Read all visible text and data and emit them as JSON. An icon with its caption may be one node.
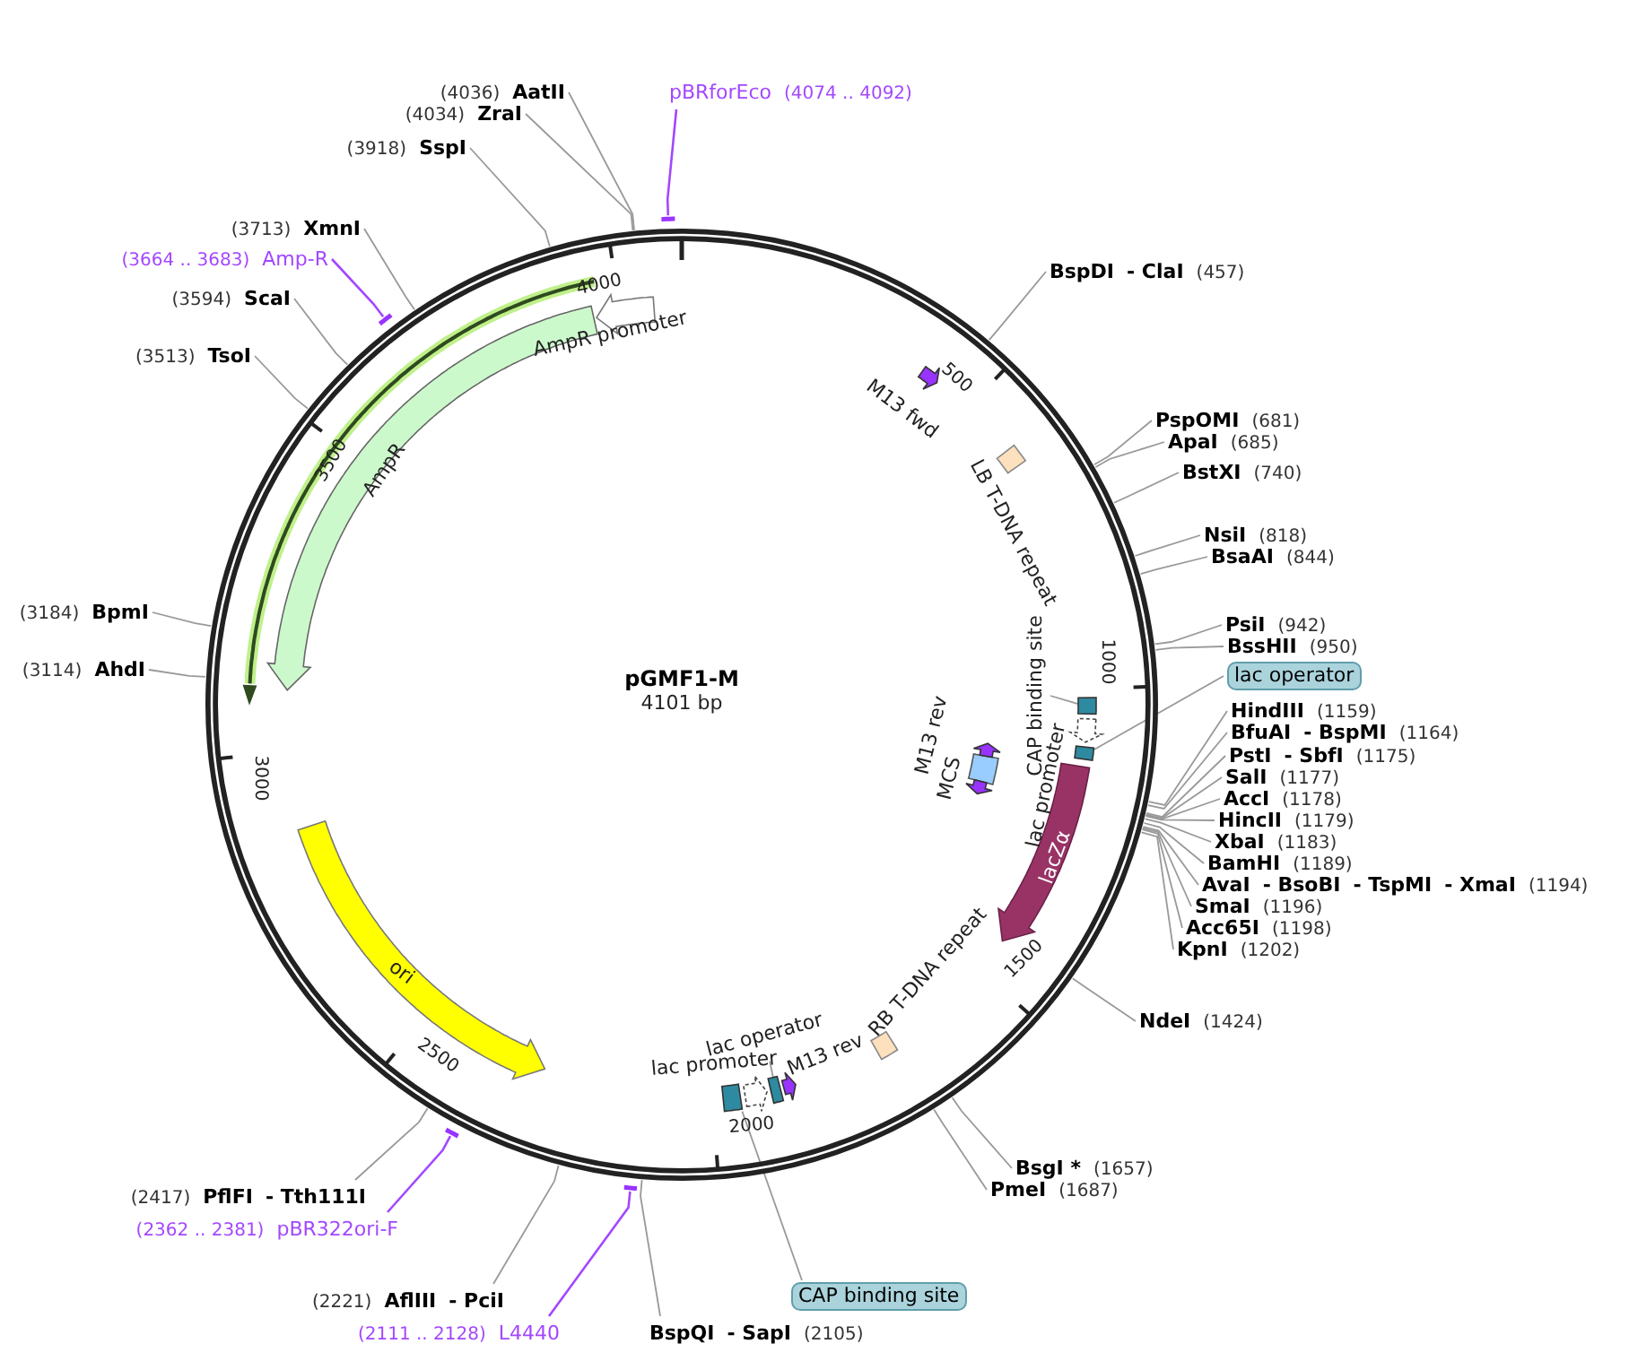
{
  "diagram": {
    "nodes": [
      {
        "text": [
          "pGMF1-M",
          "4101 bp"
        ]
      },
      {
        "text": [
          "AmpR promoter"
        ],
        "in": 0
      },
      {
        "text": [
          "AmpR"
        ],
        "in": 0
      },
      {
        "text": [
          "M13 fwd"
        ],
        "in": 0
      },
      {
        "text": [
          "LB T-DNA repeat"
        ],
        "in": 0
      },
      {
        "text": [
          "CAP binding site"
        ],
        "in": 0
      },
      {
        "text": [],
        "shape": "box",
        "in": 0
      },
      {
        "text": [
          "lac promoter"
        ],
        "in": 0
      },
      {
        "text": [],
        "shape": "box",
        "in": 0
      },
      {
        "text": [
          "M13 rev"
        ],
        "in": 0
      },
      {
        "text": [
          "MCS"
        ],
        "in": 0
      },
      {
        "text": [
          "lacZα"
        ],
        "in": 0
      },
      {
        "text": [
          "RB T-DNA repeat"
        ],
        "in": 0
      },
      {
        "text": [
          "lac operator"
        ],
        "in": 0
      },
      {
        "text": [],
        "shape": "box",
        "in": 0
      },
      {
        "text": [
          "lac promoter"
        ],
        "in": 0
      },
      {
        "text": [
          "M13 rev"
        ],
        "in": 0
      },
      {
        "text": [],
        "shape": "box",
        "in": 0
      },
      {
        "text": [
          "ori"
        ],
        "in": 0
      },
      {
        "text": [
          "pBRforEco",
          "(4074 .. 4092)"
        ]
      },
      {
        "text": [],
        "shape": "bar"
      },
      {
        "text": [
          "BspDI",
          "- ClaI",
          "(457)"
        ]
      },
      {
        "text": [
          "PspOMI",
          "(681)"
        ]
      },
      {
        "text": [
          "ApaI",
          "(685)"
        ]
      },
      {
        "text": [
          "BstXI",
          "(740)"
        ]
      },
      {
        "text": [
          "NsiI",
          "(818)"
        ]
      },
      {
        "text": [
          "BsaAI",
          "(844)"
        ]
      },
      {
        "text": [
          "PsiI",
          "(942)"
        ]
      },
      {
        "text": [
          "BssHII",
          "(950)"
        ]
      },
      {
        "text": [
          "lac operator"
        ]
      },
      {
        "text": [
          "HindIII",
          "(1159)"
        ]
      },
      {
        "text": [
          "BfuAI",
          "- BspMI",
          "(1164)"
        ]
      },
      {
        "text": [
          "PstI",
          "- SbfI",
          "(1175)"
        ]
      },
      {
        "text": [
          "SalI",
          "(1177)"
        ]
      },
      {
        "text": [
          "AccI",
          "(1178)"
        ]
      },
      {
        "text": [
          "HincII",
          "(1179)"
        ]
      },
      {
        "text": [
          "XbaI",
          "(1183)"
        ]
      },
      {
        "text": [
          "BamHI",
          "(1189)"
        ]
      },
      {
        "text": [
          "AvaI",
          "- BsoBI",
          "- TspMI",
          "- XmaI",
          "(1194)"
        ]
      },
      {
        "text": [
          "SmaI",
          "(1196)"
        ]
      },
      {
        "text": [
          "Acc65I",
          "(1198)"
        ]
      },
      {
        "text": [
          "KpnI",
          "(1202)"
        ]
      },
      {
        "text": [
          "NdeI",
          "(1424)"
        ]
      },
      {
        "text": [
          "BsgI *",
          "(1657)"
        ]
      },
      {
        "text": [
          "PmeI",
          "(1687)"
        ]
      },
      {
        "text": [
          "CAP binding site"
        ]
      },
      {
        "text": [
          "BspQI",
          "- SapI",
          "(2105)"
        ]
      },
      {
        "text": [],
        "shape": "bar"
      },
      {
        "text": [
          "(2111 .. 2128)",
          "L4440"
        ]
      },
      {
        "text": [
          "(2221)",
          "AflIII",
          "- PciI"
        ]
      },
      {
        "text": [],
        "shape": "bar"
      },
      {
        "text": [
          "(2362 .. 2381)",
          "pBR322ori-F"
        ]
      },
      {
        "text": [
          "(2417)",
          "PflFI",
          "- Tth111I"
        ]
      },
      {
        "text": [
          "(3114)",
          "AhdI"
        ]
      },
      {
        "text": [
          "(3184)",
          "BpmI"
        ]
      },
      {
        "text": [
          "(3513)",
          "TsoI"
        ]
      },
      {
        "text": [
          "(3594)",
          "ScaI"
        ]
      },
      {
        "text": [],
        "shape": "bar"
      },
      {
        "text": [
          "(3664 .. 3683)",
          "Amp-R"
        ]
      },
      {
        "text": [
          "(3713)",
          "XmnI"
        ]
      },
      {
        "text": [
          "(3918)",
          "SspI"
        ]
      },
      {
        "text": [
          "(4034)",
          "ZraI"
        ]
      },
      {
        "text": [
          "(4036)",
          "AatII"
        ]
      }
    ],
    "edges": [
      {
        "from": 5,
        "to": 6,
        "arrow": "none"
      },
      {
        "from": 29,
        "to": 8,
        "arrow": "none"
      },
      {
        "from": 13,
        "to": 14,
        "arrow": "none"
      },
      {
        "from": 45,
        "to": 17,
        "arrow": "none"
      },
      {
        "from": 19,
        "to": 20,
        "arrow": "none",
        "color": "#a347ff"
      },
      {
        "from": 48,
        "to": 47,
        "arrow": "none",
        "color": "#a347ff"
      },
      {
        "from": 51,
        "to": 50,
        "arrow": "none",
        "color": "#a347ff"
      },
      {
        "from": 58,
        "to": 57,
        "arrow": "none",
        "color": "#a347ff"
      },
      {
        "from": 21,
        "to": 0,
        "arrow": "none"
      },
      {
        "from": 22,
        "to": 0,
        "arrow": "none"
      },
      {
        "from": 23,
        "to": 0,
        "arrow": "none"
      },
      {
        "from": 24,
        "to": 0,
        "arrow": "none"
      },
      {
        "from": 25,
        "to": 0,
        "arrow": "none"
      },
      {
        "from": 26,
        "to": 0,
        "arrow": "none"
      },
      {
        "from": 27,
        "to": 0,
        "arrow": "none"
      },
      {
        "from": 28,
        "to": 0,
        "arrow": "none"
      },
      {
        "from": 30,
        "to": 0,
        "arrow": "none"
      },
      {
        "from": 31,
        "to": 0,
        "arrow": "none"
      },
      {
        "from": 32,
        "to": 0,
        "arrow": "none"
      },
      {
        "from": 33,
        "to": 0,
        "arrow": "none"
      },
      {
        "from": 34,
        "to": 0,
        "arrow": "none"
      },
      {
        "from": 35,
        "to": 0,
        "arrow": "none"
      },
      {
        "from": 36,
        "to": 0,
        "arrow": "none"
      },
      {
        "from": 37,
        "to": 0,
        "arrow": "none"
      },
      {
        "from": 38,
        "to": 0,
        "arrow": "none"
      },
      {
        "from": 39,
        "to": 0,
        "arrow": "none"
      },
      {
        "from": 40,
        "to": 0,
        "arrow": "none"
      },
      {
        "from": 41,
        "to": 0,
        "arrow": "none"
      },
      {
        "from": 42,
        "to": 0,
        "arrow": "none"
      },
      {
        "from": 43,
        "to": 0,
        "arrow": "none"
      },
      {
        "from": 44,
        "to": 0,
        "arrow": "none"
      },
      {
        "from": 46,
        "to": 0,
        "arrow": "none"
      },
      {
        "from": 49,
        "to": 0,
        "arrow": "none"
      },
      {
        "from": 52,
        "to": 0,
        "arrow": "none"
      },
      {
        "from": 53,
        "to": 0,
        "arrow": "none"
      },
      {
        "from": 54,
        "to": 0,
        "arrow": "none"
      },
      {
        "from": 55,
        "to": 0,
        "arrow": "none"
      },
      {
        "from": 56,
        "to": 0,
        "arrow": "none"
      },
      {
        "from": 59,
        "to": 0,
        "arrow": "none"
      },
      {
        "from": 60,
        "to": 0,
        "arrow": "none"
      },
      {
        "from": 61,
        "to": 0,
        "arrow": "none"
      },
      {
        "from": 62,
        "to": 0,
        "arrow": "none"
      }
    ],
    "labels": [
      "500",
      "1000",
      "1500",
      "2000",
      "2500",
      "3000",
      "3500",
      "4000"
    ]
  }
}
